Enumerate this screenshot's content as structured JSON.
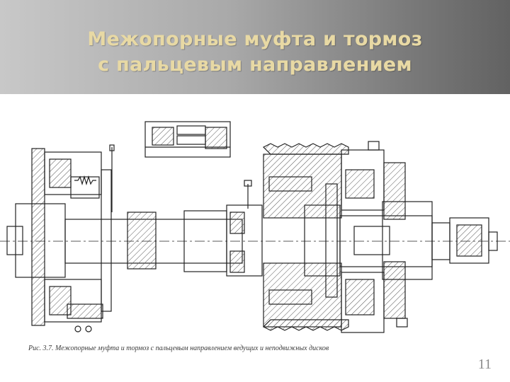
{
  "slide": {
    "title_line1": "Межопорные муфта и тормоз",
    "title_line2": "с пальцевым направлением",
    "caption": "Рис. 3.7. Межопорные муфта и тормоз с пальцевым направлением ведущих и неподвижных дисков",
    "page_number": "11"
  },
  "colors": {
    "header_gradient": [
      "#c8c8c8",
      "#7a7a7a",
      "#626262"
    ],
    "title_text": "#e8d9a4",
    "drawing_line": "#222222",
    "hatch": "#555555"
  }
}
